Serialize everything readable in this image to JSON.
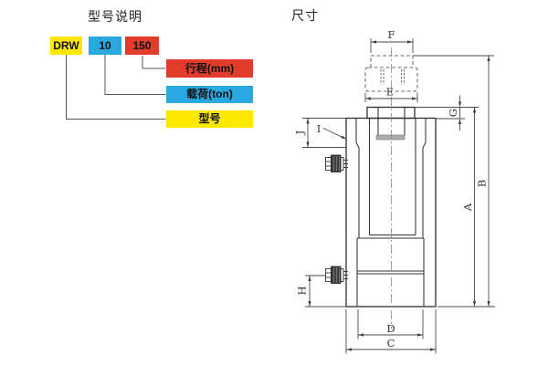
{
  "legend": {
    "title": "型号说明",
    "code_boxes": [
      {
        "label": "DRW",
        "color": "#ffe800"
      },
      {
        "label": "10",
        "color": "#29a9e0"
      },
      {
        "label": "150",
        "color": "#e23c2a"
      }
    ],
    "meaning_boxes": [
      {
        "label": "行程(mm)",
        "color": "#e23c2a"
      },
      {
        "label": "载荷(ton)",
        "color": "#29a9e0"
      },
      {
        "label": "型号",
        "color": "#ffe800"
      }
    ]
  },
  "drawing": {
    "title": "尺寸",
    "dim_labels": {
      "A": "A",
      "B": "B",
      "C": "C",
      "D": "D",
      "E": "E",
      "F": "F",
      "G": "G",
      "H": "H",
      "I": "I",
      "J": "J"
    },
    "colors": {
      "object_line": "#2f2f2f",
      "dimension_line": "#4a4a4a",
      "phantom_line": "#6e6e6e",
      "hole_bottom_fill": "#ababab",
      "knurl_fill": "#3f3f3f"
    }
  }
}
